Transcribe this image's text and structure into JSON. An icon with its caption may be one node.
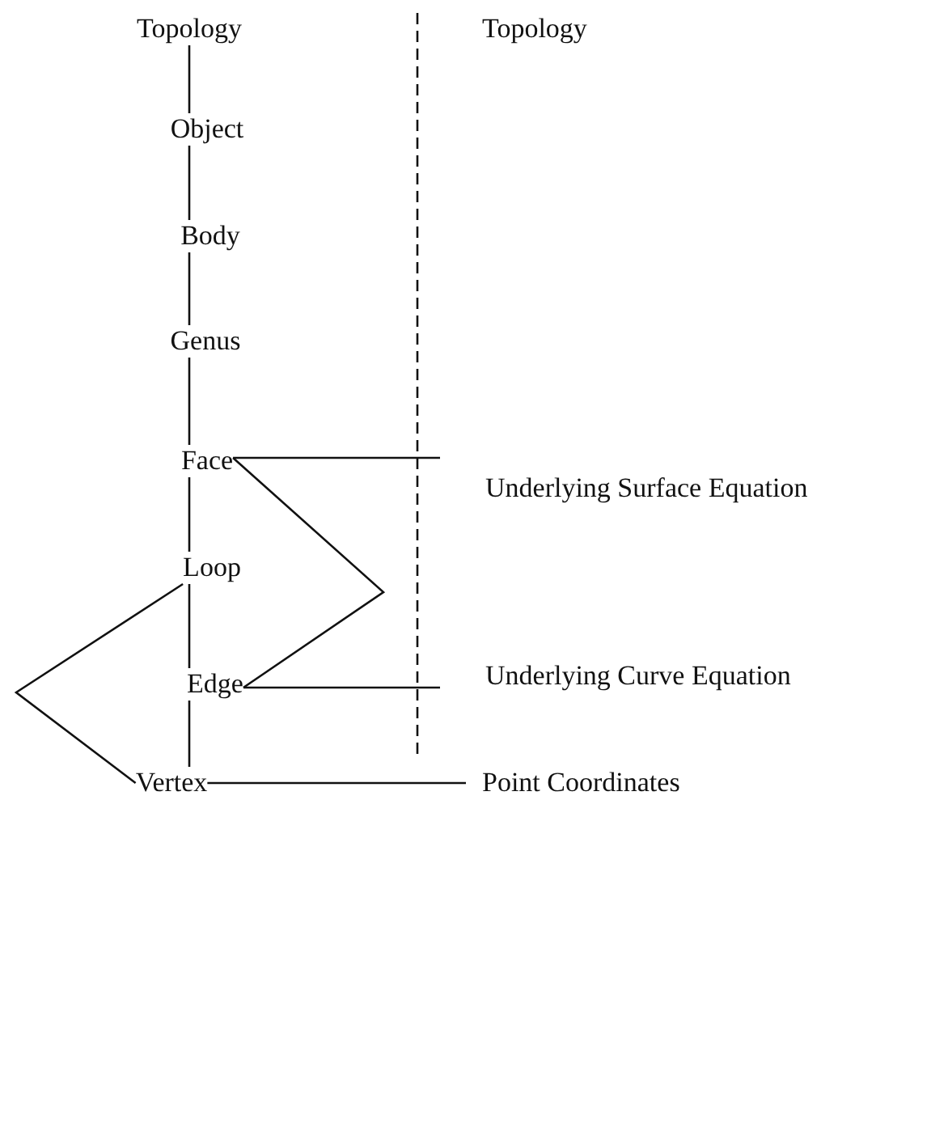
{
  "diagram": {
    "nodes": [
      {
        "text": [
          "Topology"
        ]
      },
      {
        "text": [
          "Object"
        ]
      },
      {
        "text": [
          "Body"
        ]
      },
      {
        "text": [
          "Genus"
        ]
      },
      {
        "text": [
          "Face"
        ]
      },
      {
        "text": [
          "Loop"
        ]
      },
      {
        "text": [
          "Edge"
        ]
      },
      {
        "text": [
          "Vertex"
        ]
      },
      {
        "text": [
          "Underlying Surface Equation"
        ]
      },
      {
        "text": [
          "Underlying Curve Equation"
        ]
      },
      {
        "text": [
          "Point Coordinates"
        ]
      }
    ],
    "edges": [
      {
        "from": 0,
        "to": 1,
        "arrow": "none"
      },
      {
        "from": 1,
        "to": 2,
        "arrow": "none"
      },
      {
        "from": 2,
        "to": 3,
        "arrow": "none"
      },
      {
        "from": 3,
        "to": 4,
        "arrow": "none"
      },
      {
        "from": 4,
        "to": 5,
        "arrow": "none"
      },
      {
        "from": 5,
        "to": 6,
        "arrow": "none"
      },
      {
        "from": 6,
        "to": 7,
        "arrow": "none"
      },
      {
        "from": 4,
        "to": 8,
        "arrow": "none"
      },
      {
        "from": 4,
        "to": 6,
        "arrow": "none"
      },
      {
        "from": 6,
        "to": 9,
        "arrow": "none"
      },
      {
        "from": 5,
        "to": 7,
        "arrow": "none"
      },
      {
        "from": 7,
        "to": 10,
        "arrow": "none"
      }
    ],
    "labels": [
      "Topology"
    ]
  }
}
